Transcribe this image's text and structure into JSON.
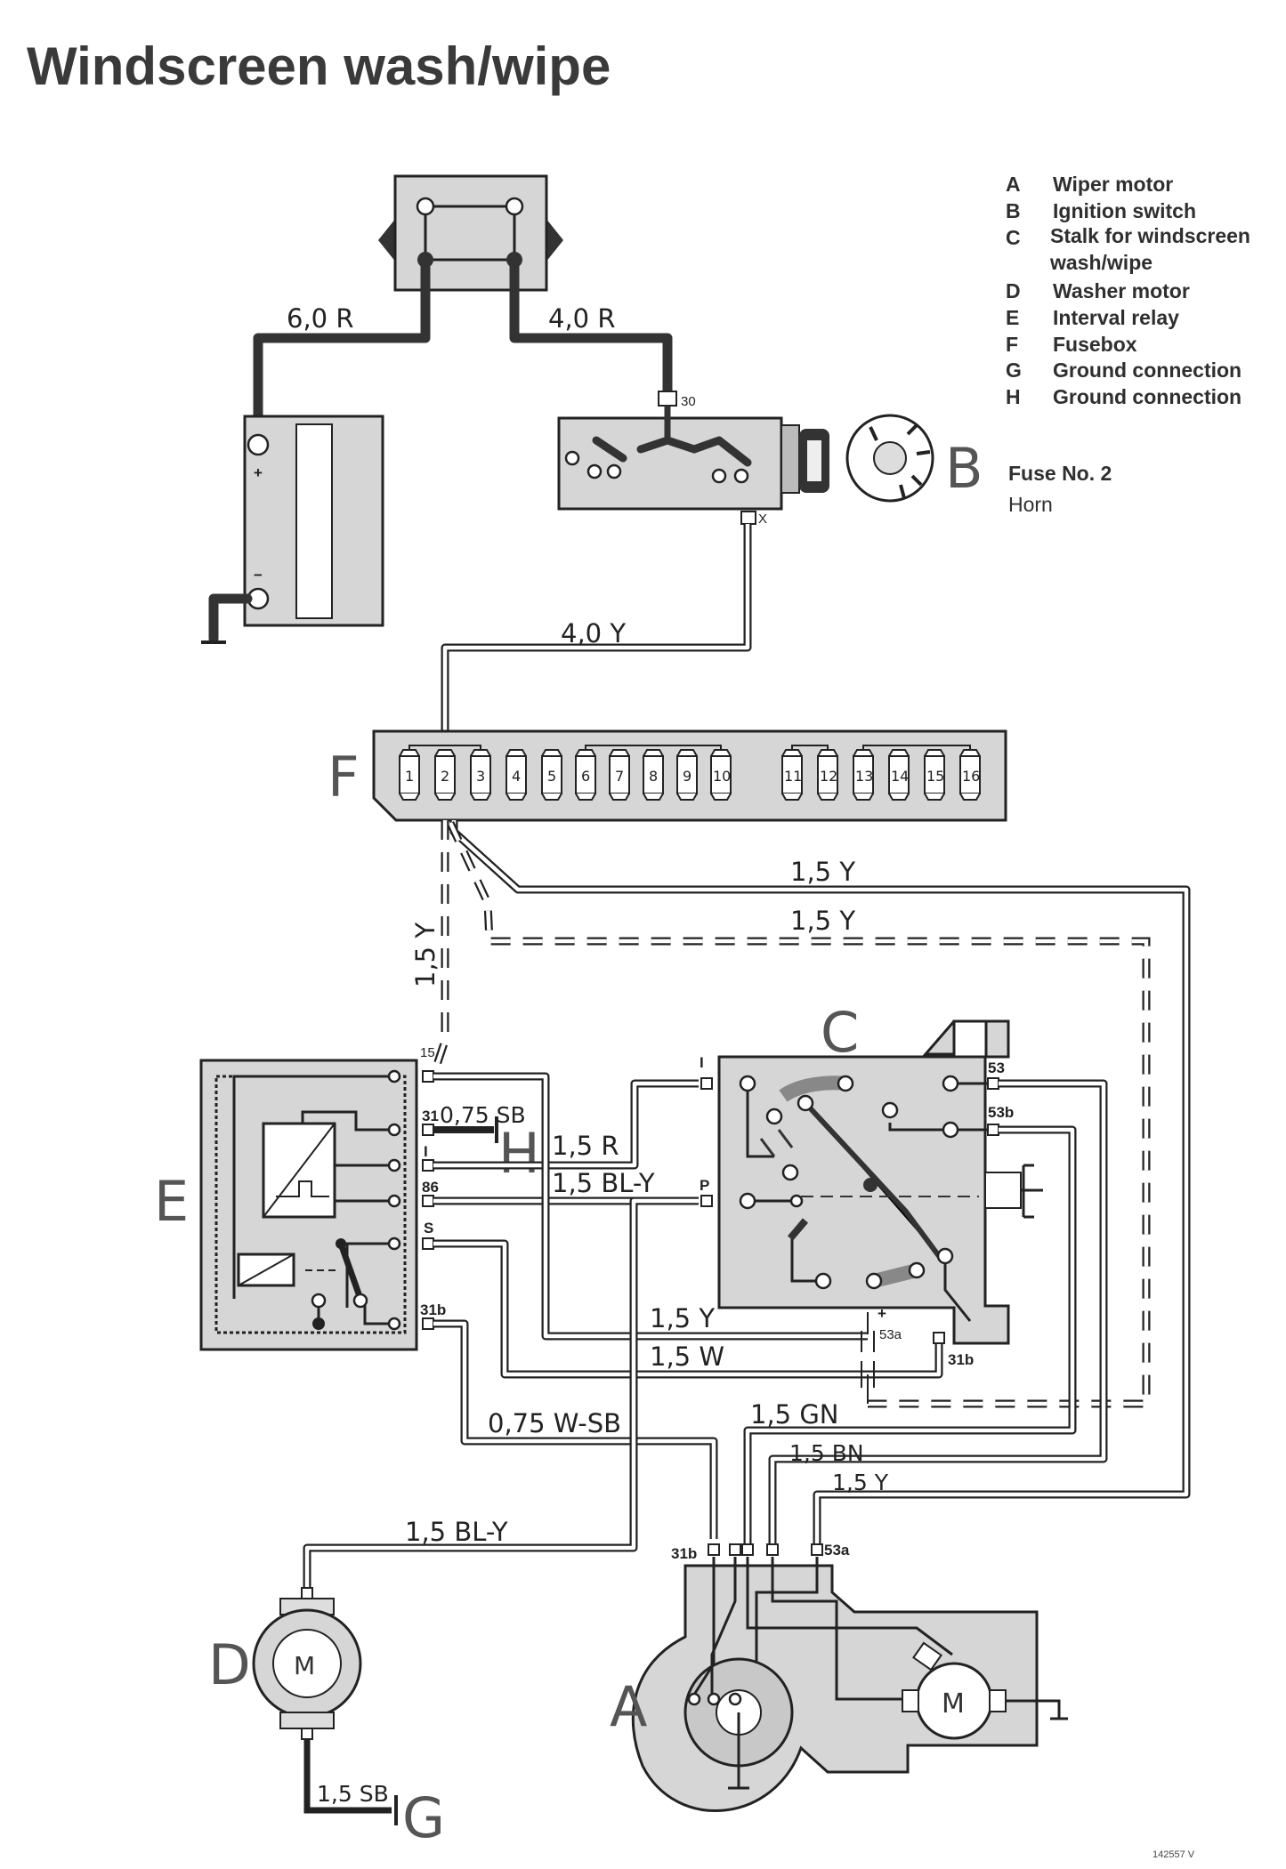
{
  "title": "Windscreen wash/wipe",
  "legend": [
    {
      "key": "A",
      "text": "Wiper motor"
    },
    {
      "key": "B",
      "text": "Ignition switch"
    },
    {
      "key": "C",
      "text": "Stalk for windscreen wash/wipe"
    },
    {
      "key": "D",
      "text": "Washer motor"
    },
    {
      "key": "E",
      "text": "Interval relay"
    },
    {
      "key": "F",
      "text": "Fusebox"
    },
    {
      "key": "G",
      "text": "Ground connection"
    },
    {
      "key": "H",
      "text": "Ground connection"
    }
  ],
  "fuse_note": {
    "label": "Fuse No. 2",
    "name": "Horn"
  },
  "components": {
    "A": "A",
    "B": "B",
    "C": "C",
    "D": "D",
    "E": "E",
    "F": "F",
    "G": "G",
    "H": "H"
  },
  "motor_symbol": "M",
  "wires": {
    "battery_pos": "6,0 R",
    "ign_feed": "4,0 R",
    "ign_to_fuse": "4,0 Y",
    "fuse_y_upper": "1,5 Y",
    "fuse_y_lower": "1,5 Y",
    "fuse_y_vertical": "1,5 Y",
    "relay_ground": "0,75 SB",
    "relay_to_stalk_r": "1,5 R",
    "relay_to_stalk_bly": "1,5 BL-Y",
    "to_53a_y": "1,5 Y",
    "to_motor_w": "1,5 W",
    "relay_to_motor": "0,75 W-SB",
    "motor_gn": "1,5 GN",
    "motor_bn": "1,5 BN",
    "motor_y": "1,5 Y",
    "washer_feed": "1,5 BL-Y",
    "washer_ground": "1,5 SB"
  },
  "terminals": {
    "ign_30": "30",
    "ign_x": "X",
    "relay_15": "15",
    "relay_31": "31",
    "relay_i": "I",
    "relay_86": "86",
    "relay_s": "S",
    "relay_31b": "31b",
    "stalk_i": "I",
    "stalk_p": "P",
    "stalk_53": "53",
    "stalk_53b": "53b",
    "stalk_53a": "53a",
    "stalk_31b": "31b",
    "motor_31b": "31b",
    "motor_53a": "53a",
    "plus": "+",
    "minus": "−"
  },
  "fuses": [
    "1",
    "2",
    "3",
    "4",
    "5",
    "6",
    "7",
    "8",
    "9",
    "10",
    "11",
    "12",
    "13",
    "14",
    "15",
    "16"
  ],
  "ref_code": "142557 V"
}
